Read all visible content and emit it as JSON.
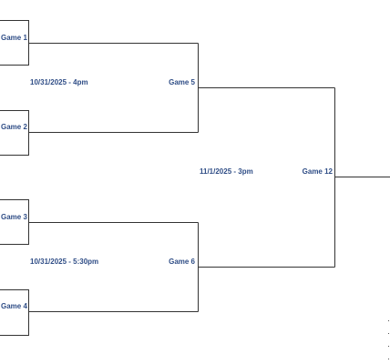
{
  "games": {
    "g1": "Game 1",
    "g2": "Game 2",
    "g3": "Game 3",
    "g4": "Game 4",
    "g5": "Game 5",
    "g6": "Game 6",
    "g12": "Game 12"
  },
  "times": {
    "game5": "10/31/2025 - 4pm",
    "game6": "10/31/2025 - 5:30pm",
    "game12": "11/1/2025 - 3pm"
  },
  "colors": {
    "label": "#2f4d86",
    "line": "#333333"
  }
}
